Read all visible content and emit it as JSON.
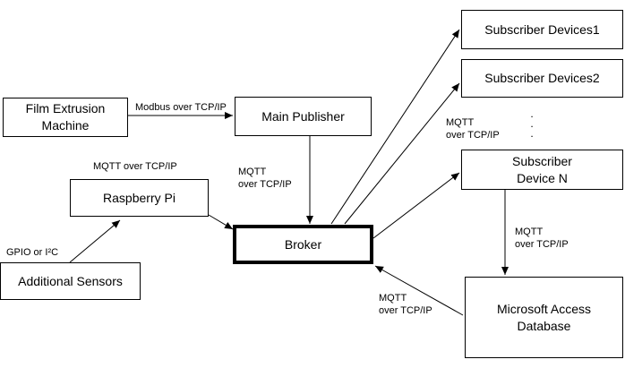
{
  "nodes": {
    "film_extrusion": {
      "line1": "Film Extrusion",
      "line2": "Machine"
    },
    "main_publisher": {
      "label": "Main Publisher"
    },
    "raspberry_pi": {
      "label": "Raspberry Pi"
    },
    "broker": {
      "label": "Broker"
    },
    "additional_sensors": {
      "label": "Additional Sensors"
    },
    "subscriber_1": {
      "label": "Subscriber Devices1"
    },
    "subscriber_2": {
      "label": "Subscriber Devices2"
    },
    "subscriber_n": {
      "line1": "Subscriber",
      "line2": "Device N"
    },
    "access_db": {
      "line1": "Microsoft Access",
      "line2": "Database"
    }
  },
  "edge_labels": {
    "modbus": "Modbus over TCP/IP",
    "mqtt_top_left": "MQTT over TCP/IP",
    "publisher_broker": {
      "line1": "MQTT",
      "line2": "over TCP/IP"
    },
    "subscribers": {
      "line1": "MQTT",
      "line2": "over TCP/IP"
    },
    "subscriber_n_db": {
      "line1": "MQTT",
      "line2": "over TCP/IP"
    },
    "db_broker": {
      "line1": "MQTT",
      "line2": "over TCP/IP"
    },
    "gpio": "GPIO or I²C"
  },
  "ellipsis": ".\n.\n."
}
